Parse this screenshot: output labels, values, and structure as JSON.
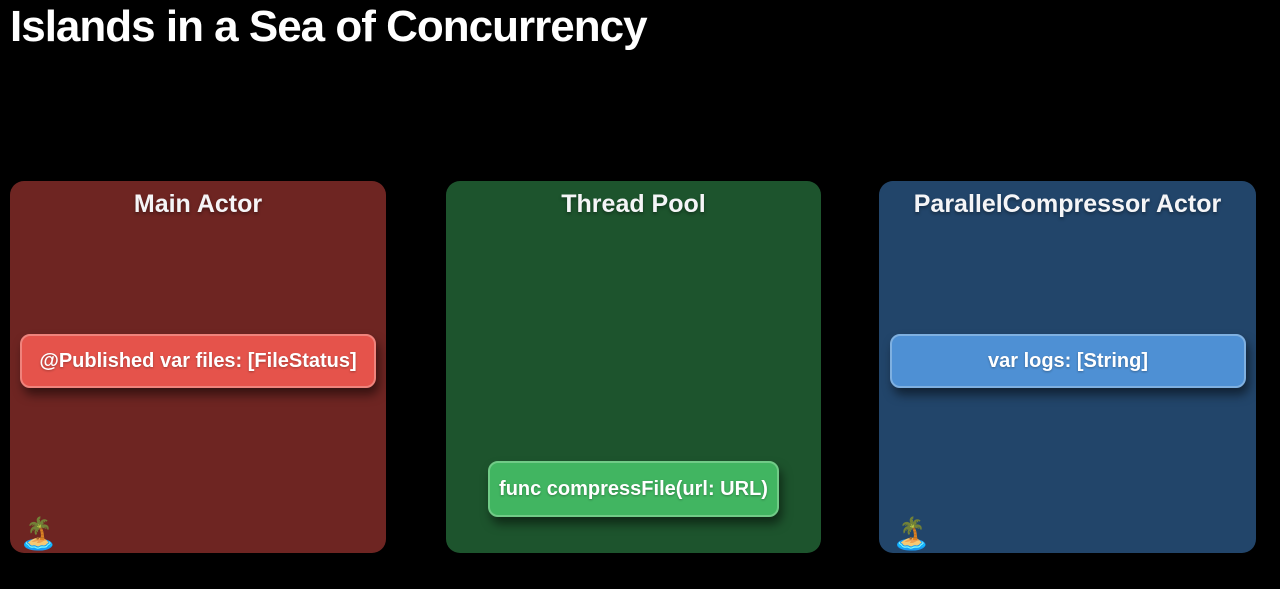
{
  "page": {
    "title": "Islands in a Sea of Concurrency",
    "background_color": "#000000",
    "title_color": "#ffffff"
  },
  "panels": [
    {
      "title": "Main Actor",
      "bg_color": "#6E2522",
      "badge": {
        "label": "@Published var files: [FileStatus]",
        "bg_color": "#E5534B",
        "border_color": "#EF837C"
      },
      "island_emoji": "🏝️"
    },
    {
      "title": "Thread Pool",
      "bg_color": "#1D542D",
      "badge": {
        "label": "func compressFile(url: URL)",
        "bg_color": "#41B561",
        "border_color": "#71CB87"
      },
      "island_emoji": ""
    },
    {
      "title": "ParallelCompressor Actor",
      "bg_color": "#22456A",
      "badge": {
        "label": "var logs: [String]",
        "bg_color": "#4E90D4",
        "border_color": "#7FB0E0"
      },
      "island_emoji": "🏝️"
    }
  ]
}
